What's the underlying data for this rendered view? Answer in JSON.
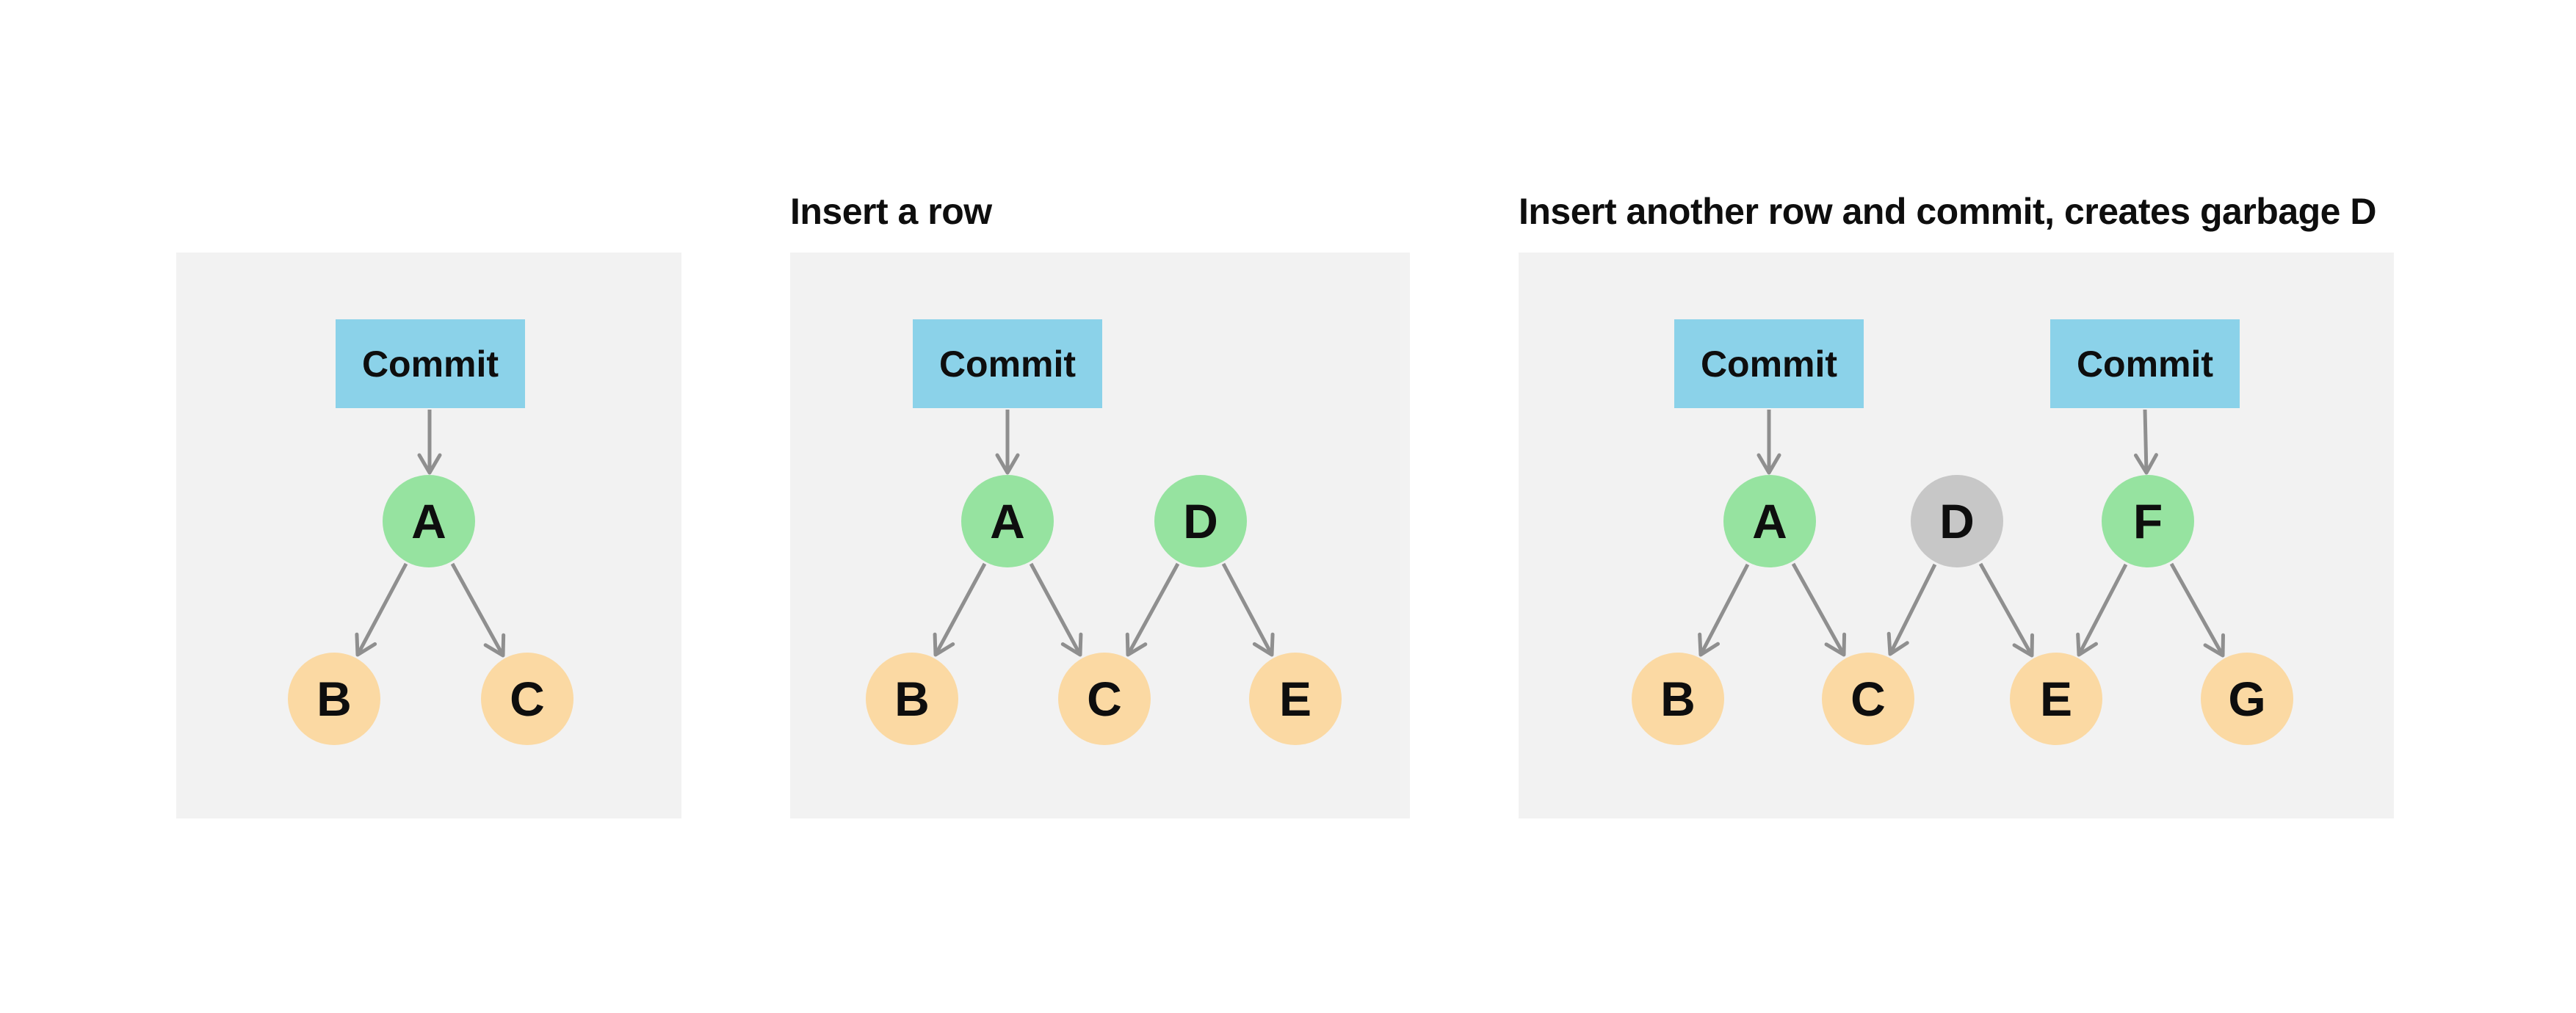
{
  "colors": {
    "page_background": "#ffffff",
    "panel_background": "#f2f2f2",
    "commit_box_blue": "#8bd2e9",
    "live_node_green": "#96e3a0",
    "leaf_node_orange": "#fbd9a3",
    "garbage_node_gray": "#c7c7c7",
    "arrow_gray": "#8f8f8f",
    "text_black": "#0e0e0e"
  },
  "panels": [
    {
      "title": "",
      "commits": [
        {
          "label": "Commit",
          "points_to": "A"
        }
      ],
      "nodes": [
        {
          "label": "A",
          "role": "root",
          "color": "green"
        },
        {
          "label": "B",
          "role": "leaf",
          "color": "orange"
        },
        {
          "label": "C",
          "role": "leaf",
          "color": "orange"
        }
      ],
      "edges": [
        {
          "from": "Commit",
          "to": "A"
        },
        {
          "from": "A",
          "to": "B"
        },
        {
          "from": "A",
          "to": "C"
        }
      ]
    },
    {
      "title": "Insert a row",
      "commits": [
        {
          "label": "Commit",
          "points_to": "A"
        }
      ],
      "nodes": [
        {
          "label": "A",
          "role": "root",
          "color": "green"
        },
        {
          "label": "D",
          "role": "root",
          "color": "green"
        },
        {
          "label": "B",
          "role": "leaf",
          "color": "orange"
        },
        {
          "label": "C",
          "role": "leaf",
          "color": "orange"
        },
        {
          "label": "E",
          "role": "leaf",
          "color": "orange"
        }
      ],
      "edges": [
        {
          "from": "Commit",
          "to": "A"
        },
        {
          "from": "A",
          "to": "B"
        },
        {
          "from": "A",
          "to": "C"
        },
        {
          "from": "D",
          "to": "C"
        },
        {
          "from": "D",
          "to": "E"
        }
      ]
    },
    {
      "title": "Insert another row and commit, creates garbage D",
      "commits": [
        {
          "label": "Commit",
          "points_to": "A"
        },
        {
          "label": "Commit",
          "points_to": "F"
        }
      ],
      "nodes": [
        {
          "label": "A",
          "role": "root",
          "color": "green"
        },
        {
          "label": "D",
          "role": "garbage",
          "color": "gray"
        },
        {
          "label": "F",
          "role": "root",
          "color": "green"
        },
        {
          "label": "B",
          "role": "leaf",
          "color": "orange"
        },
        {
          "label": "C",
          "role": "leaf",
          "color": "orange"
        },
        {
          "label": "E",
          "role": "leaf",
          "color": "orange"
        },
        {
          "label": "G",
          "role": "leaf",
          "color": "orange"
        }
      ],
      "edges": [
        {
          "from": "Commit-1",
          "to": "A"
        },
        {
          "from": "Commit-2",
          "to": "F"
        },
        {
          "from": "A",
          "to": "B"
        },
        {
          "from": "A",
          "to": "C"
        },
        {
          "from": "D",
          "to": "C"
        },
        {
          "from": "D",
          "to": "E"
        },
        {
          "from": "F",
          "to": "E"
        },
        {
          "from": "F",
          "to": "G"
        }
      ]
    }
  ]
}
